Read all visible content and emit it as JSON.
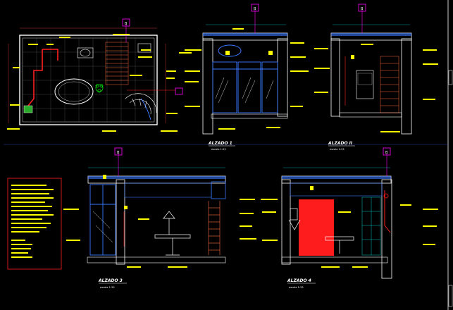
{
  "drawing": {
    "colors": {
      "background": "#000000",
      "walls": "#ffffff",
      "annotation": "#ffff00",
      "leader": "#ff3b3b",
      "glazing": "#3a78ff",
      "markers": "#ff00ff",
      "wood": "#ff6a3d",
      "fill_panel": "#ff1c1c",
      "plant": "#00e000",
      "dimension": "#00c8c8"
    },
    "views": [
      {
        "id": "plan",
        "title": "",
        "scale": ""
      },
      {
        "id": "elev-1",
        "title": "ALZADO 1",
        "scale": "escala 1:25"
      },
      {
        "id": "elev-2",
        "title": "ALZADO II",
        "scale": "escala 1:25"
      },
      {
        "id": "elev-3",
        "title": "ALZADO 3",
        "scale": "escala 1:25"
      },
      {
        "id": "elev-4",
        "title": "ALZADO 4",
        "scale": "escala 1:25"
      }
    ],
    "section_marks": [
      "B",
      "B",
      "B",
      "B",
      "B"
    ],
    "legend": {
      "title": ""
    }
  }
}
